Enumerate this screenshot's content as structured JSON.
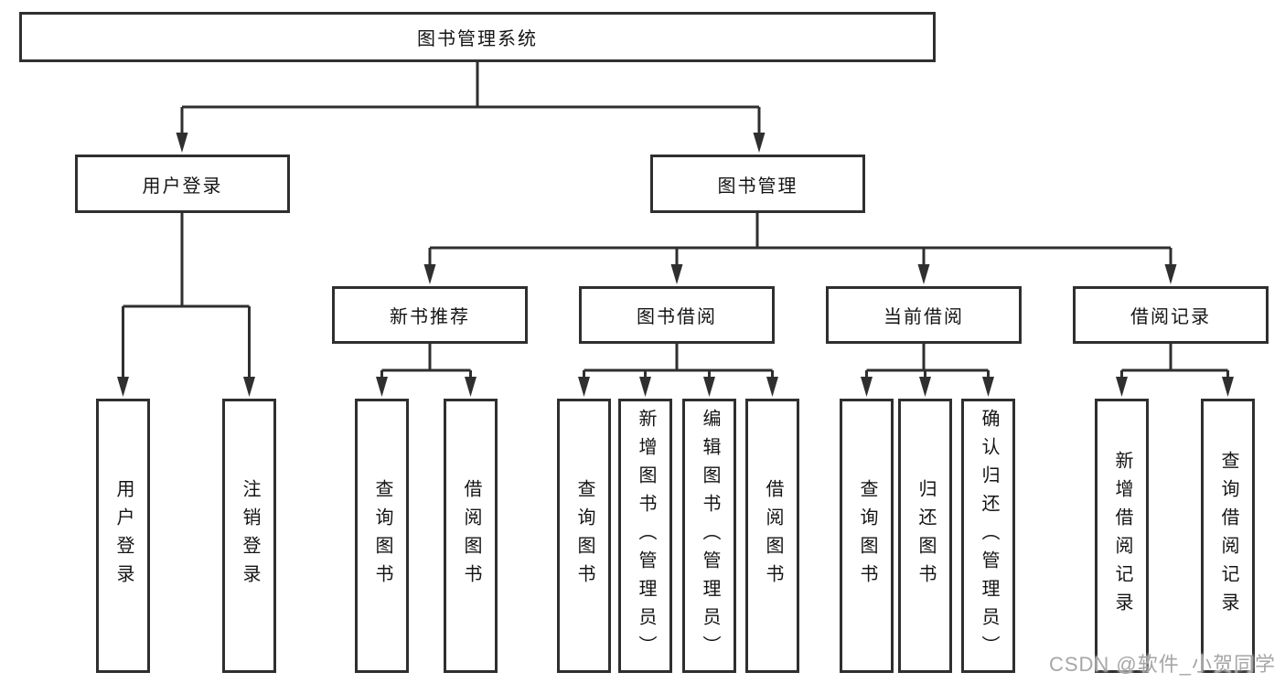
{
  "diagram": {
    "type": "tree",
    "direction": "top-down",
    "colors": {
      "line": "#2f2f2f",
      "box_border": "#2f2f2f",
      "box_fill": "#ffffff",
      "text": "#141414",
      "watermark_text": "#a6a6a6",
      "background": "#ffffff"
    },
    "watermark": "CSDN @软件_小贺同学",
    "tree": {
      "root": {
        "label": "图书管理系统",
        "children": [
          {
            "label": "用户登录",
            "children": [
              {
                "label": "用户登录"
              },
              {
                "label": "注销登录"
              }
            ]
          },
          {
            "label": "图书管理",
            "children": [
              {
                "label": "新书推荐",
                "children": [
                  {
                    "label": "查询图书"
                  },
                  {
                    "label": "借阅图书"
                  }
                ]
              },
              {
                "label": "图书借阅",
                "children": [
                  {
                    "label": "查询图书"
                  },
                  {
                    "label": "新增图书（管理员）"
                  },
                  {
                    "label": "编辑图书（管理员）"
                  },
                  {
                    "label": "借阅图书"
                  }
                ]
              },
              {
                "label": "当前借阅",
                "children": [
                  {
                    "label": "查询图书"
                  },
                  {
                    "label": "归还图书"
                  },
                  {
                    "label": "确认归还（管理员）"
                  }
                ]
              },
              {
                "label": "借阅记录",
                "children": [
                  {
                    "label": "新增借阅记录"
                  },
                  {
                    "label": "查询借阅记录"
                  }
                ]
              }
            ]
          }
        ]
      }
    }
  }
}
